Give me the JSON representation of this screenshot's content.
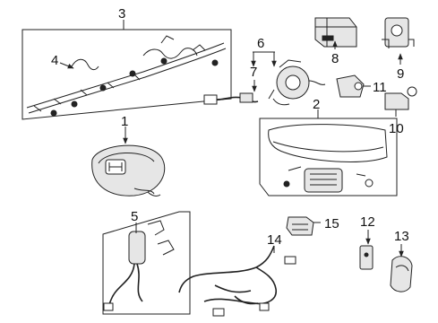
{
  "diagram": {
    "callouts": [
      {
        "id": "c1",
        "label": "1"
      },
      {
        "id": "c2",
        "label": "2"
      },
      {
        "id": "c3",
        "label": "3"
      },
      {
        "id": "c4",
        "label": "4"
      },
      {
        "id": "c5",
        "label": "5"
      },
      {
        "id": "c6",
        "label": "6"
      },
      {
        "id": "c7",
        "label": "7"
      },
      {
        "id": "c8",
        "label": "8"
      },
      {
        "id": "c9",
        "label": "9"
      },
      {
        "id": "c10",
        "label": "10"
      },
      {
        "id": "c11",
        "label": "11"
      },
      {
        "id": "c12",
        "label": "12"
      },
      {
        "id": "c13",
        "label": "13"
      },
      {
        "id": "c14",
        "label": "14"
      },
      {
        "id": "c15",
        "label": "15"
      }
    ]
  },
  "colors": {
    "line": "#222222",
    "background": "#ffffff",
    "part_fill": "#e6e6e6"
  },
  "icons": {
    "steering-emblem": "honda-h-logo"
  }
}
